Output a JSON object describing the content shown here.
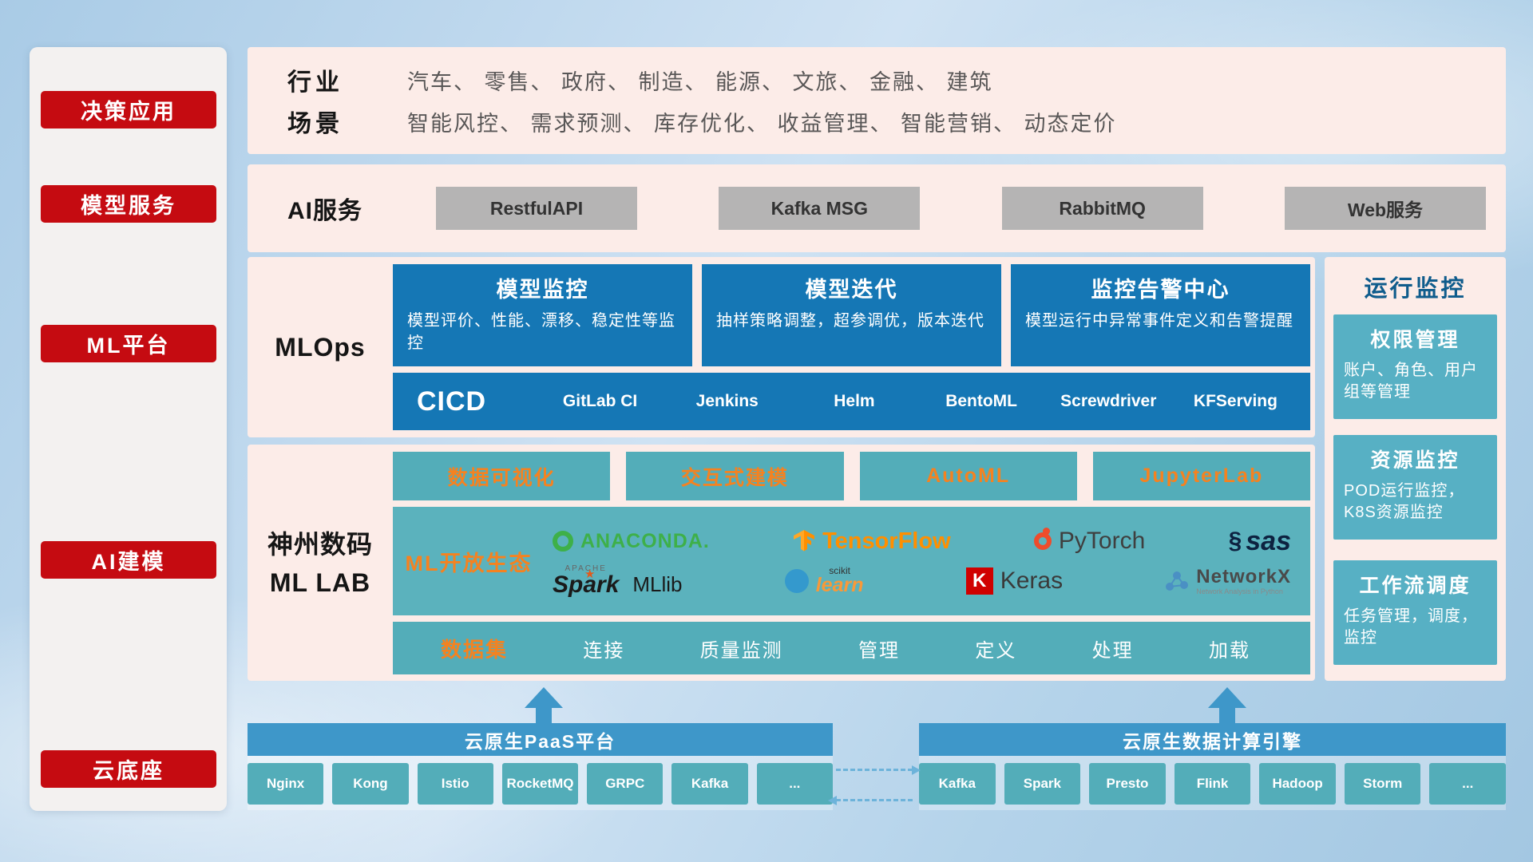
{
  "colors": {
    "red": "#c50b11",
    "deep_blue": "#1577b5",
    "teal": "#53adb9",
    "bar_blue": "#3e97c9",
    "orange": "#f58220",
    "pink_panel": "#fcece8"
  },
  "sidebar": {
    "items": [
      {
        "label": "决策应用"
      },
      {
        "label": "模型服务"
      },
      {
        "label": "ML平台"
      },
      {
        "label": "AI建模"
      },
      {
        "label": "云底座"
      }
    ]
  },
  "industry_panel": {
    "rows": [
      {
        "label": "行业",
        "text": "汽车、 零售、 政府、 制造、 能源、 文旅、 金融、 建筑"
      },
      {
        "label": "场景",
        "text": "智能风控、 需求预测、 库存优化、 收益管理、 智能营销、 动态定价"
      }
    ]
  },
  "ai_service_panel": {
    "label": "AI服务",
    "buttons": [
      "RestfulAPI",
      "Kafka MSG",
      "RabbitMQ",
      "Web服务"
    ]
  },
  "mlops_panel": {
    "label": "MLOps",
    "cards": [
      {
        "title": "模型监控",
        "desc": "模型评价、性能、漂移、稳定性等监控"
      },
      {
        "title": "模型迭代",
        "desc": "抽样策略调整，超参调优，版本迭代"
      },
      {
        "title": "监控告警中心",
        "desc": "模型运行中异常事件定义和告警提醒"
      }
    ],
    "cicd": {
      "label": "CICD",
      "items": [
        "GitLab CI",
        "Jenkins",
        "Helm",
        "BentoML",
        "Screwdriver",
        "KFServing"
      ]
    }
  },
  "mllab_panel": {
    "label_line1": "神州数码",
    "label_line2": "ML LAB",
    "tools": [
      "数据可视化",
      "交互式建模",
      "AutoML",
      "JupyterLab"
    ],
    "ecosystem": {
      "label": "ML开放生态",
      "logos": {
        "anaconda": {
          "text": "ANACONDA."
        },
        "tensorflow": {
          "text": "TensorFlow"
        },
        "pytorch": {
          "text": "PyTorch"
        },
        "sas": {
          "swoosh": "§",
          "text": "sas"
        },
        "spark": {
          "apache": "APACHE",
          "star": "★",
          "text": "Spark",
          "suffix": "MLlib"
        },
        "sklearn": {
          "top": "scikit",
          "text": "learn"
        },
        "keras": {
          "letter": "K",
          "text": "Keras"
        },
        "networkx": {
          "text": "NetworkX",
          "sub": "Network Analysis in Python"
        }
      }
    },
    "dataset": {
      "label": "数据集",
      "items": [
        "连接",
        "质量监测",
        "管理",
        "定义",
        "处理",
        "加载"
      ]
    }
  },
  "monitor_panel": {
    "title": "运行监控",
    "cards": [
      {
        "title": "权限管理",
        "desc": "账户、角色、用户组等管理"
      },
      {
        "title": "资源监控",
        "desc": "POD运行监控，K8S资源监控"
      },
      {
        "title": "工作流调度",
        "desc": "任务管理，调度，监控"
      }
    ]
  },
  "bottom": {
    "paas": {
      "title": "云原生PaaS平台",
      "items": [
        "Nginx",
        "Kong",
        "Istio",
        "RocketMQ",
        "GRPC",
        "Kafka",
        "..."
      ]
    },
    "engine": {
      "title": "云原生数据计算引擎",
      "items": [
        "Kafka",
        "Spark",
        "Presto",
        "Flink",
        "Hadoop",
        "Storm",
        "..."
      ]
    }
  }
}
